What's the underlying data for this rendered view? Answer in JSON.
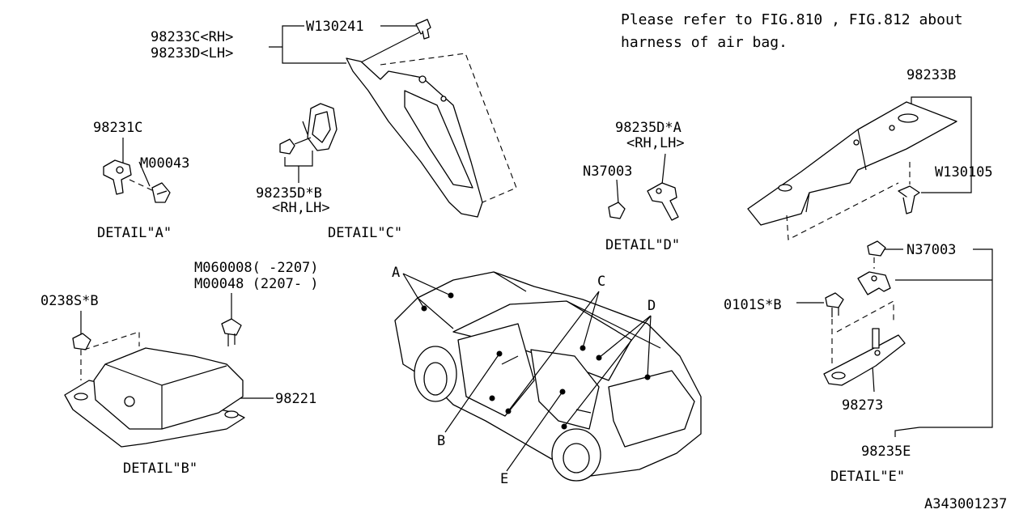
{
  "note": {
    "line1": "Please refer to FIG.810 , FIG.812 about",
    "line2": "harness of air bag."
  },
  "labels": {
    "p98233c": "98233C<RH>",
    "p98233d": "98233D<LH>",
    "w130241": "W130241",
    "p98231c": "98231C",
    "m00043": "M00043",
    "p98235db": "98235D*B",
    "rhlh_c": "<RH,LH>",
    "p98235da": "98235D*A",
    "rhlh_d": "<RH,LH>",
    "n37003_d": "N37003",
    "p98233b": "98233B",
    "w130105": "W130105",
    "m060008": "M060008( -2207)",
    "m00048": "M00048 (2207- )",
    "p0238s": "0238S*B",
    "p98221": "98221",
    "n37003_e": "N37003",
    "p0101s": "0101S*B",
    "p98273": "98273",
    "p98235e": "98235E",
    "car_a": "A",
    "car_b": "B",
    "car_c": "C",
    "car_d": "D",
    "car_e": "E"
  },
  "details": {
    "a": "DETAIL\"A\"",
    "b": "DETAIL\"B\"",
    "c": "DETAIL\"C\"",
    "d": "DETAIL\"D\"",
    "e": "DETAIL\"E\""
  },
  "figure_code": "A343001237"
}
